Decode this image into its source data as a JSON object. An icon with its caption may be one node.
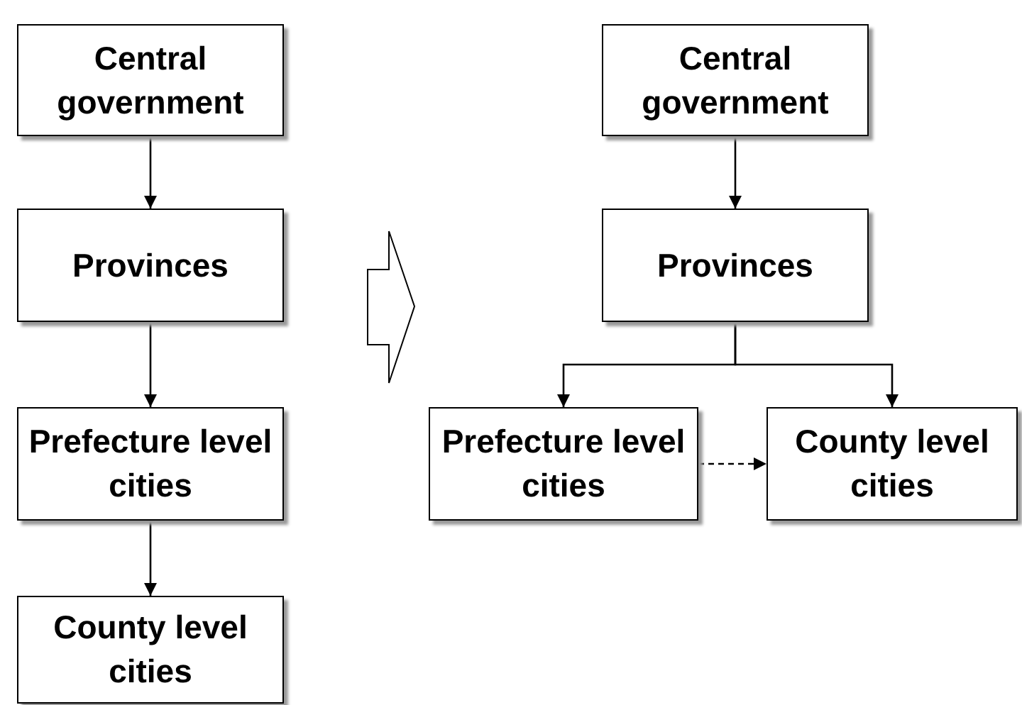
{
  "diagram": {
    "nodes": [
      {
        "text": [
          "Central government"
        ]
      },
      {
        "text": [
          "Provinces"
        ]
      },
      {
        "text": [
          "Prefecture level cities"
        ]
      },
      {
        "text": [
          "County level cities"
        ]
      },
      {
        "text": [
          "Central government"
        ]
      },
      {
        "text": [
          "Provinces"
        ]
      },
      {
        "text": [
          "Prefecture level cities"
        ]
      },
      {
        "text": [
          "County level cities"
        ]
      }
    ],
    "edges": [
      {
        "from": 0,
        "to": 1,
        "arrow": "to"
      },
      {
        "from": 1,
        "to": 2,
        "arrow": "to"
      },
      {
        "from": 2,
        "to": 3,
        "arrow": "to"
      },
      {
        "from": 4,
        "to": 5,
        "arrow": "to"
      },
      {
        "from": 5,
        "to": 6,
        "arrow": "to"
      },
      {
        "from": 5,
        "to": 7,
        "arrow": "to"
      },
      {
        "from": 6,
        "to": 7,
        "arrow": "to",
        "style": "dashed"
      }
    ]
  }
}
